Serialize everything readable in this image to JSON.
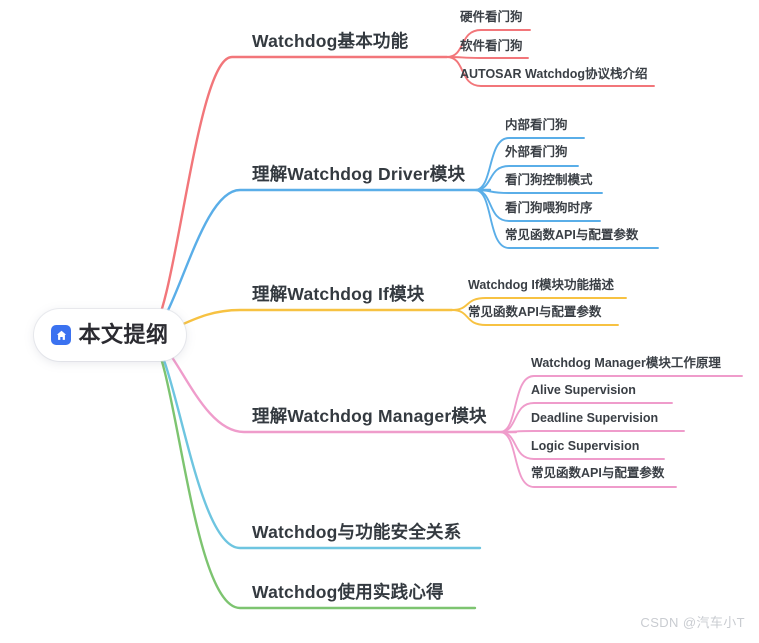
{
  "root": {
    "label": "本文提纲",
    "icon": "home-icon",
    "icon_color": "#3b72f0"
  },
  "watermark": "CSDN @汽车小T",
  "branches": [
    {
      "id": "basic",
      "label": "Watchdog基本功能",
      "color": "#f2767a",
      "children": [
        {
          "label": "硬件看门狗"
        },
        {
          "label": "软件看门狗"
        },
        {
          "label": "AUTOSAR Watchdog协议栈介绍"
        }
      ]
    },
    {
      "id": "driver",
      "label": "理解Watchdog Driver模块",
      "color": "#5aaee8",
      "children": [
        {
          "label": "内部看门狗"
        },
        {
          "label": "外部看门狗"
        },
        {
          "label": "看门狗控制模式"
        },
        {
          "label": "看门狗喂狗时序"
        },
        {
          "label": "常见函数API与配置参数"
        }
      ]
    },
    {
      "id": "if",
      "label": "理解Watchdog If模块",
      "color": "#f7c242",
      "children": [
        {
          "label": "Watchdog If模块功能描述"
        },
        {
          "label": "常见函数API与配置参数"
        }
      ]
    },
    {
      "id": "manager",
      "label": "理解Watchdog Manager模块",
      "color": "#ef9ccb",
      "children": [
        {
          "label": "Watchdog Manager模块工作原理"
        },
        {
          "label": "Alive Supervision"
        },
        {
          "label": "Deadline Supervision"
        },
        {
          "label": "Logic Supervision"
        },
        {
          "label": "常见函数API与配置参数"
        }
      ]
    },
    {
      "id": "safety",
      "label": "Watchdog与功能安全关系",
      "color": "#6ec5e0",
      "children": []
    },
    {
      "id": "practice",
      "label": "Watchdog使用实践心得",
      "color": "#7dc470",
      "children": []
    }
  ]
}
